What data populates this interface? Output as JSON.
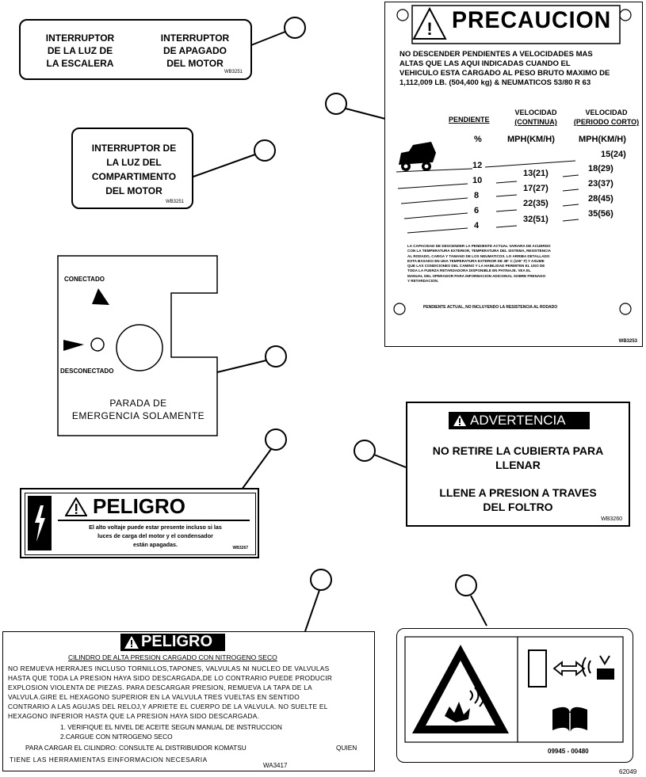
{
  "label_a": {
    "left_text": [
      "INTERRUPTOR",
      "DE LA LUZ DE",
      "LA ESCALERA"
    ],
    "right_text": [
      "INTERRUPTOR",
      "DE APAGADO",
      "DEL MOTOR"
    ],
    "code": "WB3251"
  },
  "label_b": {
    "text": [
      "INTERRUPTOR DE",
      "LA LUZ DEL",
      "COMPARTIMENTO",
      "DEL MOTOR"
    ],
    "code": "WB3251"
  },
  "label_c": {
    "on_label": "CONECTADO",
    "off_label": "DESCONECTADO",
    "caption": [
      "PARADA DE",
      "EMERGENCIA SOLAMENTE"
    ]
  },
  "precaucion": {
    "title": "PRECAUCION",
    "intro": [
      "NO DESCENDER PENDIENTES A VELOCIDADES MAS",
      "ALTAS QUE LAS AQUI INDICADAS CUANDO EL",
      "VEHICULO ESTA CARGADO AL PESO BRUTO MAXIMO DE",
      "1,112,009 LB. (504,400 kg) & NEUMATICOS 53/80 R 63"
    ],
    "col_grade": "PENDIENTE",
    "col_cont": [
      "VELOCIDAD",
      "(CONTINUA)"
    ],
    "col_short": [
      "VELOCIDAD",
      "(PERIODO CORTO)"
    ],
    "unit_grade": "%",
    "unit_cont": "MPH(KM/H)",
    "unit_short": "MPH(KM/H)",
    "short_top": "15(24)",
    "rows": [
      {
        "grade": "12",
        "cont": "13(21)",
        "short": "18(29)"
      },
      {
        "grade": "10",
        "cont": "17(27)",
        "short": "23(37)"
      },
      {
        "grade": "8",
        "cont": "22(35)",
        "short": "28(45)"
      },
      {
        "grade": "6",
        "cont": "32(51)",
        "short": "35(56)"
      },
      {
        "grade": "4",
        "cont": "",
        "short": ""
      }
    ],
    "fine_print": [
      "LA CAPACIDAD DE DESCENDER LA PENDIENTE ACTUAL VARIARA DE ACUERDO",
      "CON LA TEMPERATURA EXTERIOR, TEMPERATURA DEL SISTEMA, RESISTENCIA",
      "AL RODADO, CARGA Y TAMANO DE LOS NEUMATICOS. LO ARRIBA DETALLADO",
      "ESTA BASADO EN UNA TEMPERATURA EXTERIOR DE 38° C (100° F) Y ASUME",
      "QUE LAS CONDICIONES DEL CAMINO Y LA HABILIDAD PERMITEN EL USO DE",
      "TODA LA FUERZA RETARDADORA DISPONIBLE EN PATINAJE. VEA EL",
      "MANUAL DEL OPERADOR PARA INFORMACION ADICIONAL SOBRE FRENADO",
      "Y RETARDACION."
    ],
    "footer": "PENDIENTE ACTUAL, NO INCLUYENDO LA RESISTENCIA AL RODADO",
    "code": "WB3253"
  },
  "advertencia": {
    "title": "ADVERTENCIA",
    "line1": [
      "NO RETIRE LA CUBIERTA PARA",
      "LLENAR"
    ],
    "line2": [
      "LLENE A PRESION A TRAVES",
      "DEL FOLTRO"
    ],
    "code": "WB3260"
  },
  "peligro_small": {
    "title": "PELIGRO",
    "text": [
      "El alto voltaje puede estar presente incluso si las",
      "luces de carga del motor y el condensador",
      "están apagadas."
    ],
    "code": "WB3267"
  },
  "peligro_large": {
    "title": "PELIGRO",
    "subtitle": "CILINDRO DE ALTA PRESION CARGADO CON NITROGENO SECO",
    "body": [
      "NO REMUEVA HERRAJES INCLUSO TORNILLOS,TAPONES, VALVULAS NI NUCLEO DE VALVULAS",
      "HASTA QUE TODA LA PRESION HAYA SIDO DESCARGADA,DE LO CONTRARIO PUEDE PRODUCIR",
      "EXPLOSION VIOLENTA DE PIEZAS. PARA DESCARGAR PRESION, REMUEVA LA TAPA DE LA",
      "VALVULA.GIRE EL HEXAGONO SUPERIOR EN LA VALVULA TRES VUELTAS EN SENTIDO",
      "CONTRARIO A LAS AGUJAS DEL RELOJ,Y APRIETE EL CUERPO DE LA VALVULA. NO SUELTE EL",
      "HEXAGONO INFERIOR HASTA QUE LA PRESION HAYA SIDO DESCARGADA."
    ],
    "steps": [
      "1. VERIFIQUE EL NIVEL DE ACEITE SEGUN MANUAL DE INSTRUCCION",
      "2.CARGUE CON NITROGENO SECO"
    ],
    "charge": "PARA CARGAR EL CILINDRO: CONSULTE AL DISTRIBUIDOR KOMATSU",
    "quien": "QUIEN",
    "tools": "TIENE LAS HERRAMIENTAS EINFORMACION NECESARIA",
    "code": "WA3417"
  },
  "pictogram": {
    "code": "09945 - 00480"
  },
  "figure_id": "62049"
}
